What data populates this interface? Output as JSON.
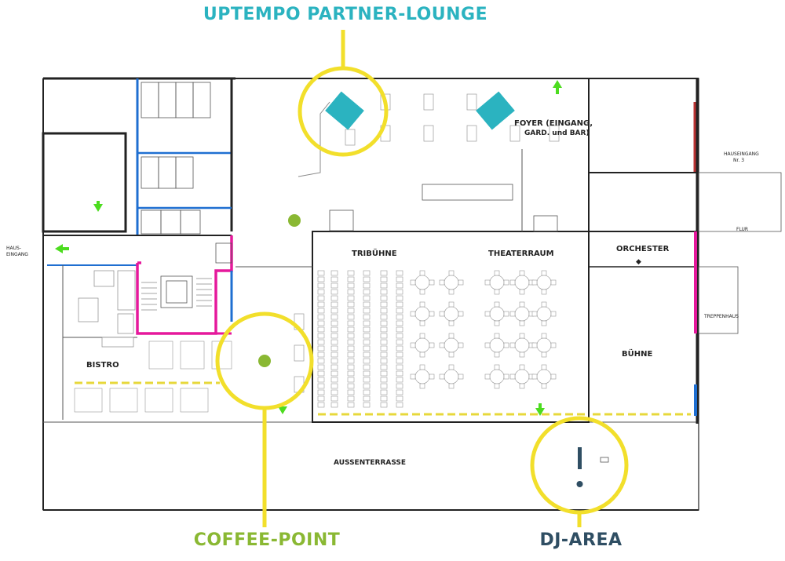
{
  "colors": {
    "teal": "#2bb3c0",
    "green": "#8ab833",
    "navy": "#2f4e63",
    "yellow": "#f2df2b",
    "magenta": "#e5199c",
    "blue": "#1f6fd1",
    "arrow_green": "#4cdc1f"
  },
  "callouts": {
    "partner_lounge": "UPTEMPO PARTNER-LOUNGE",
    "coffee_point": "COFFEE-POINT",
    "dj_area": "DJ-AREA"
  },
  "rooms": {
    "foyer_line1": "FOYER (EINGANG,",
    "foyer_line2": "GARD. und BAR)",
    "tribuehne": "TRIBÜHNE",
    "theaterraum": "THEATERRAUM",
    "orchester": "ORCHESTER",
    "buehne": "BÜHNE",
    "bistro": "BISTRO",
    "aussenterrasse": "AUSSENTERRASSE",
    "flur": "FLUR",
    "treppenhaus": "TREPPENHAUS",
    "hauseingang_left_1": "HAUS-",
    "hauseingang_left_2": "EINGANG",
    "hauseingang_right_1": "HAUSEINGANG",
    "hauseingang_right_2": "Nr. 3"
  },
  "icons": [
    "exit-arrow-icon",
    "lounge-seat-icon",
    "coffee-point-marker-icon",
    "dj-exclamation-icon"
  ]
}
